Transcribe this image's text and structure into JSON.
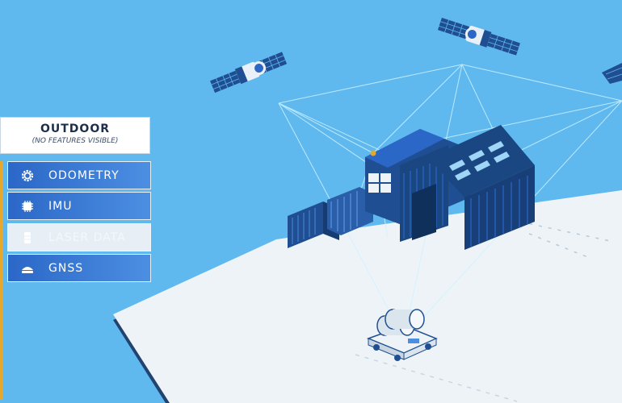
{
  "panel": {
    "title": "OUTDOOR",
    "subtitle": "(NO FEATURES VISIBLE)",
    "sensors": [
      {
        "label": "ODOMETRY",
        "icon": "gear-icon",
        "active": true
      },
      {
        "label": "IMU",
        "icon": "chip-icon",
        "active": true
      },
      {
        "label": "LASER DATA",
        "icon": "laser-icon",
        "active": false
      },
      {
        "label": "GNSS",
        "icon": "antenna-icon",
        "active": true
      }
    ]
  },
  "colors": {
    "sky": "#5fb8ee",
    "ground": "#eef3f8",
    "building": "#1f4f92",
    "accent": "#e6a82c",
    "sensor_active": "#2b67c7"
  }
}
